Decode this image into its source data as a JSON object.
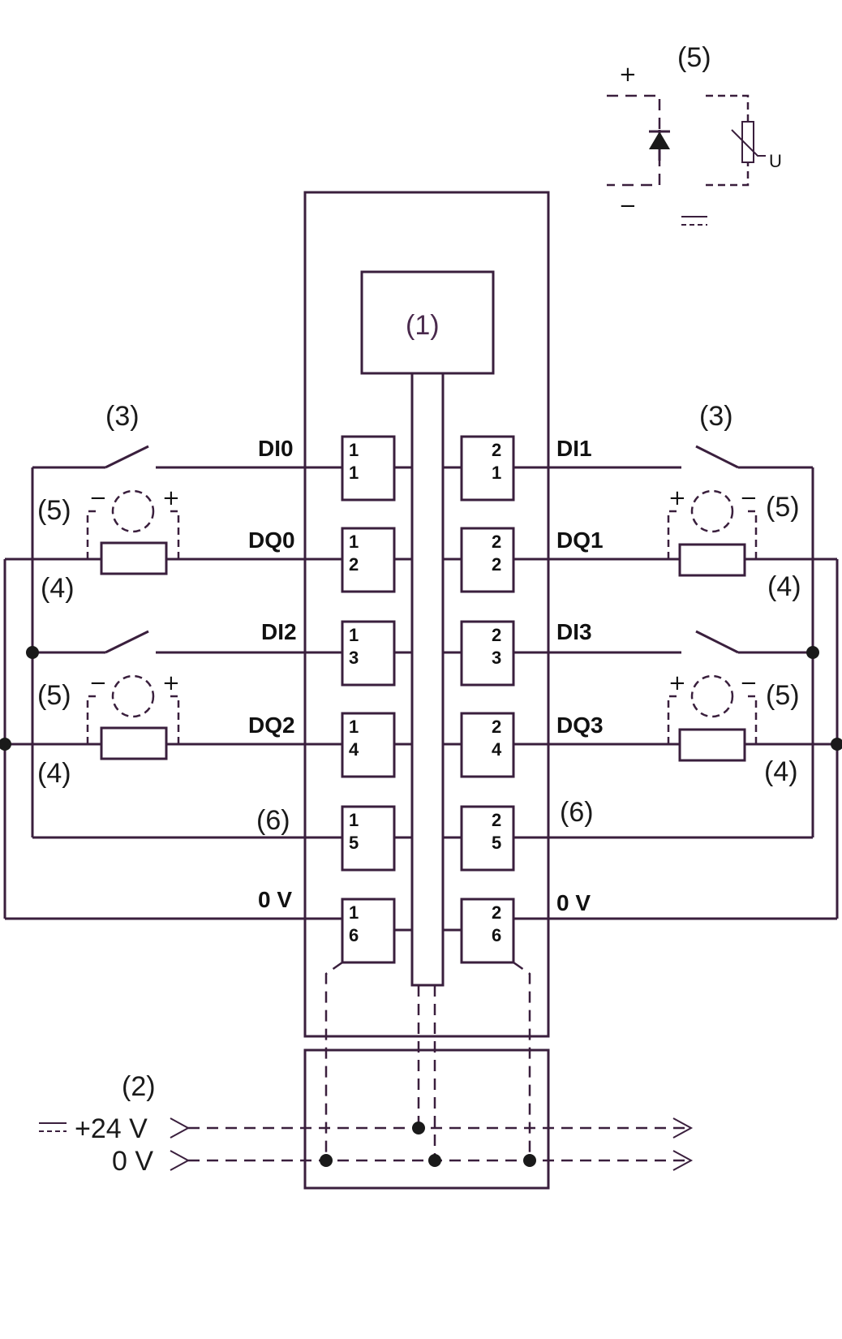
{
  "labels": {
    "module": "(1)",
    "supply": "(2)",
    "switch": "(3)",
    "load": "(4)",
    "suppressor": "(5)",
    "common": "(6)"
  },
  "signals": {
    "di0": "DI0",
    "di1": "DI1",
    "di2": "DI2",
    "di3": "DI3",
    "dq0": "DQ0",
    "dq1": "DQ1",
    "dq2": "DQ2",
    "dq3": "DQ3",
    "zero_v": "0 V"
  },
  "pins": {
    "left": [
      [
        "1",
        "1"
      ],
      [
        "1",
        "2"
      ],
      [
        "1",
        "3"
      ],
      [
        "1",
        "4"
      ],
      [
        "1",
        "5"
      ],
      [
        "1",
        "6"
      ]
    ],
    "right": [
      [
        "2",
        "1"
      ],
      [
        "2",
        "2"
      ],
      [
        "2",
        "3"
      ],
      [
        "2",
        "4"
      ],
      [
        "2",
        "5"
      ],
      [
        "2",
        "6"
      ]
    ]
  },
  "supply": {
    "v24": "+24 V",
    "v0": "0 V"
  },
  "legend": {
    "plus": "+",
    "minus": "−",
    "u": "U"
  }
}
